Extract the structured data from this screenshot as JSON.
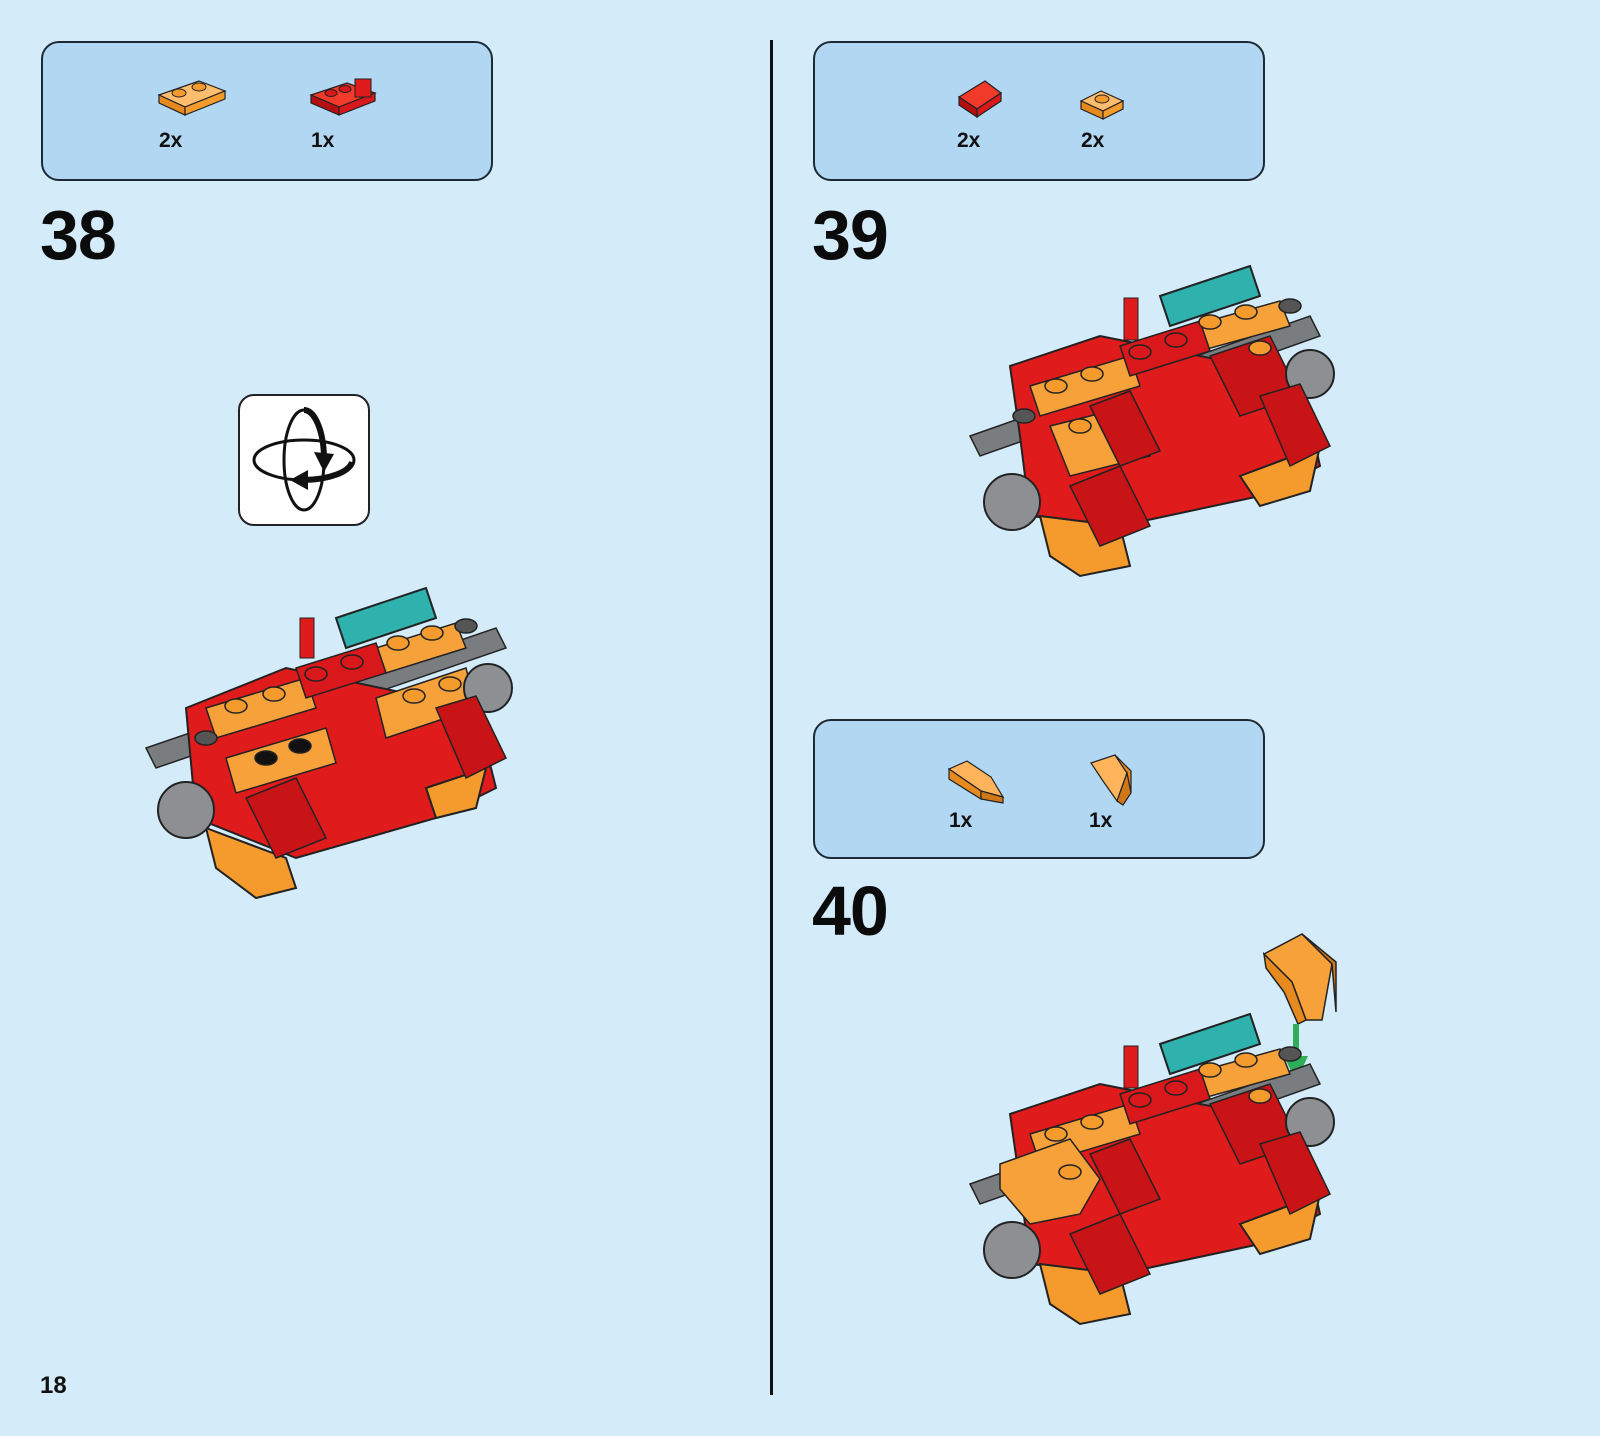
{
  "page": {
    "number": "18"
  },
  "steps": [
    {
      "number": "38",
      "parts": [
        {
          "qty": "2x",
          "icon": "orange-plate-1x2-icon",
          "color": "#f7a13a"
        },
        {
          "qty": "1x",
          "icon": "red-hinge-plate-icon",
          "color": "#e01b1b"
        }
      ],
      "rotate_model": true
    },
    {
      "number": "39",
      "parts": [
        {
          "qty": "2x",
          "icon": "red-slope-icon",
          "color": "#d9171b"
        },
        {
          "qty": "2x",
          "icon": "orange-plate-1x1-icon",
          "color": "#f7a13a"
        }
      ]
    },
    {
      "number": "40",
      "parts": [
        {
          "qty": "1x",
          "icon": "orange-wedge-left-icon",
          "color": "#f7a13a"
        },
        {
          "qty": "1x",
          "icon": "orange-wedge-right-icon",
          "color": "#f7a13a"
        }
      ]
    }
  ],
  "colors": {
    "background": "#d4ebfa",
    "parts_box": "#b2d7f3",
    "red": "#e01b1b",
    "orange": "#f7a13a",
    "teal": "#24a3a3",
    "gray": "#6f7275",
    "arrow_green": "#2fae5a"
  }
}
